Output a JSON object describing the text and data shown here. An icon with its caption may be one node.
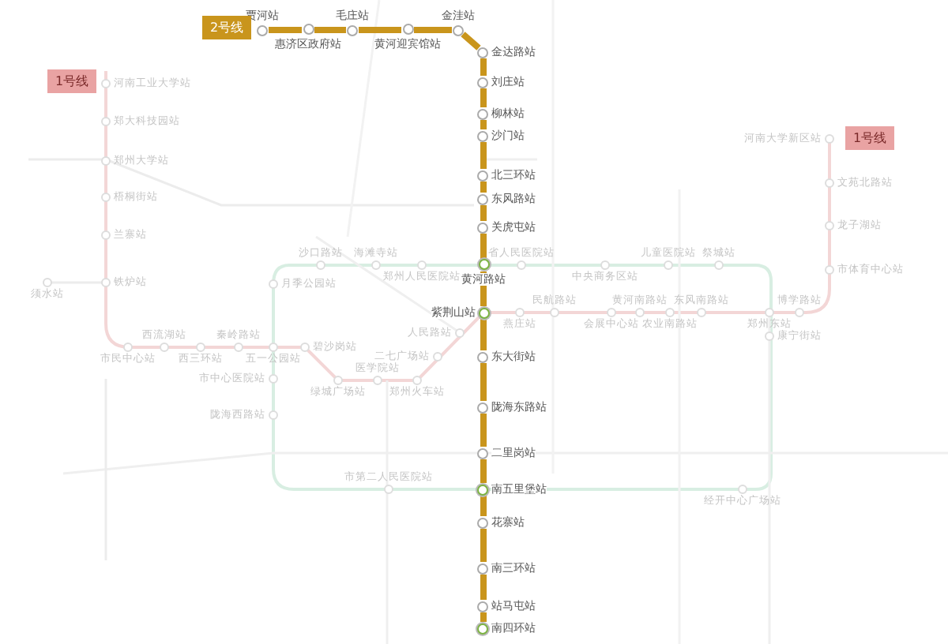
{
  "diagram": {
    "nodes": [
      {
        "text": [
          "贾河站"
        ]
      },
      {
        "text": [
          "惠济区政府站"
        ]
      },
      {
        "text": [
          "毛庄站"
        ]
      },
      {
        "text": [
          "黄河迎宾馆站"
        ]
      },
      {
        "text": [
          "金洼站"
        ]
      },
      {
        "text": [
          "金达路站"
        ]
      },
      {
        "text": [
          "刘庄站"
        ]
      },
      {
        "text": [
          "柳林站"
        ]
      },
      {
        "text": [
          "沙门站"
        ]
      },
      {
        "text": [
          "北三环站"
        ]
      },
      {
        "text": [
          "东风路站"
        ]
      },
      {
        "text": [
          "关虎屯站"
        ]
      },
      {
        "text": [
          "黄河路站"
        ]
      },
      {
        "text": [
          "紫荆山站"
        ]
      },
      {
        "text": [
          "东大街站"
        ]
      },
      {
        "text": [
          "陇海东路站"
        ]
      },
      {
        "text": [
          "二里岗站"
        ]
      },
      {
        "text": [
          "南五里堡站"
        ]
      },
      {
        "text": [
          "花寨站"
        ]
      },
      {
        "text": [
          "南三环站"
        ]
      },
      {
        "text": [
          "站马屯站"
        ]
      },
      {
        "text": [
          "南四环站"
        ]
      }
    ],
    "edges": [
      {
        "from": 0,
        "to": 1,
        "arrow": "none"
      },
      {
        "from": 1,
        "to": 2,
        "arrow": "none"
      },
      {
        "from": 2,
        "to": 3,
        "arrow": "none"
      },
      {
        "from": 3,
        "to": 4,
        "arrow": "none"
      },
      {
        "from": 4,
        "to": 5,
        "arrow": "none"
      },
      {
        "from": 5,
        "to": 6,
        "arrow": "none"
      },
      {
        "from": 6,
        "to": 7,
        "arrow": "none"
      },
      {
        "from": 7,
        "to": 8,
        "arrow": "none"
      },
      {
        "from": 8,
        "to": 9,
        "arrow": "none"
      },
      {
        "from": 9,
        "to": 10,
        "arrow": "none"
      },
      {
        "from": 10,
        "to": 11,
        "arrow": "none"
      },
      {
        "from": 11,
        "to": 12,
        "arrow": "none"
      },
      {
        "from": 12,
        "to": 13,
        "arrow": "none"
      },
      {
        "from": 13,
        "to": 14,
        "arrow": "none"
      },
      {
        "from": 14,
        "to": 15,
        "arrow": "none"
      },
      {
        "from": 15,
        "to": 16,
        "arrow": "none"
      },
      {
        "from": 16,
        "to": 17,
        "arrow": "none"
      },
      {
        "from": 17,
        "to": 18,
        "arrow": "none"
      },
      {
        "from": 18,
        "to": 19,
        "arrow": "none"
      },
      {
        "from": 19,
        "to": 20,
        "arrow": "none"
      },
      {
        "from": 20,
        "to": 21,
        "arrow": "none"
      }
    ],
    "labels": [
      "2号线",
      "河南工业大学站",
      "郑大科技园站",
      "郑州大学站",
      "梧桐街站",
      "兰寨站",
      "铁炉站",
      "须水站",
      "市民中心站",
      "西流湖站",
      "西三环站",
      "秦岭路站",
      "五一公园站",
      "碧沙岗站",
      "绿城广场站",
      "医学院站",
      "郑州火车站",
      "二七广场站",
      "人民路站",
      "燕庄站",
      "民航路站",
      "会展中心站",
      "黄河南路站",
      "农业南路站",
      "东风南路站",
      "郑州东站",
      "博学路站",
      "市体育中心站",
      "龙子湖站",
      "文苑北路站",
      "河南大学新区站",
      "沙口路站",
      "海滩寺站",
      "郑州人民医院站",
      "省人民医院站",
      "中央商务区站",
      "儿童医院站",
      "祭城站",
      "康宁街站",
      "月季公园站",
      "市中心医院站",
      "陇海西路站",
      "市第二人民医院站",
      "经开中心广场站",
      "1号线",
      "1号线"
    ]
  }
}
